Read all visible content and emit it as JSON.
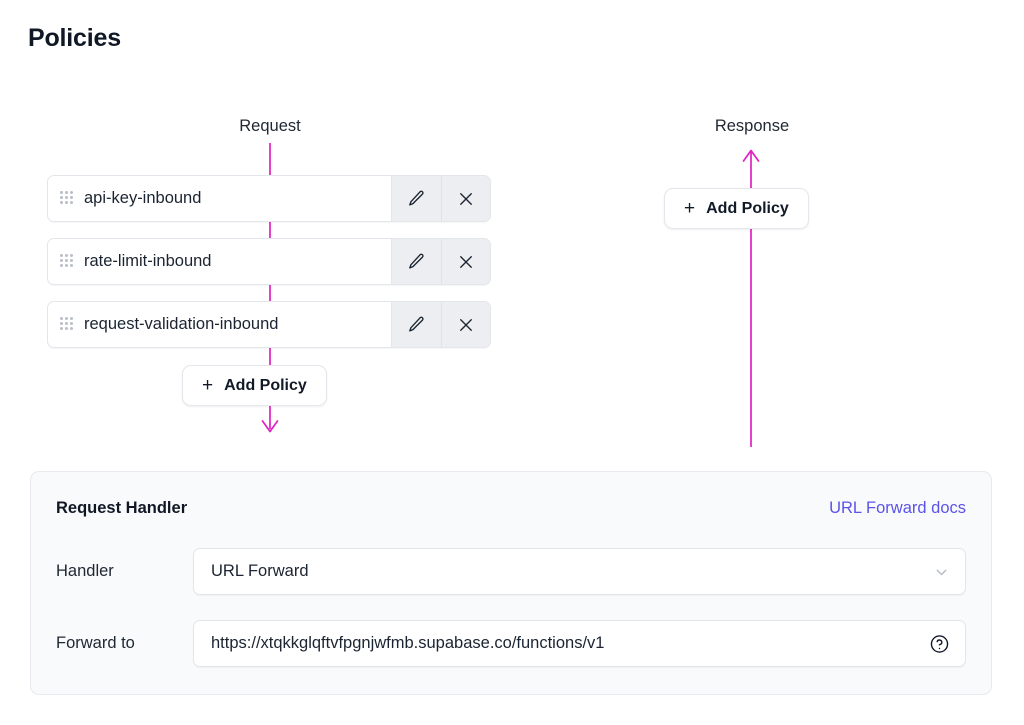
{
  "page": {
    "title": "Policies"
  },
  "flow": {
    "request_label": "Request",
    "response_label": "Response",
    "line_color": "#e020c0",
    "request_policies": [
      {
        "name": "api-key-inbound",
        "drag_icon": "drag-handle-icon",
        "edit_icon": "pencil-icon",
        "remove_icon": "close-icon"
      },
      {
        "name": "rate-limit-inbound",
        "drag_icon": "drag-handle-icon",
        "edit_icon": "pencil-icon",
        "remove_icon": "close-icon"
      },
      {
        "name": "request-validation-inbound",
        "drag_icon": "drag-handle-icon",
        "edit_icon": "pencil-icon",
        "remove_icon": "close-icon"
      }
    ],
    "response_policies": [],
    "add_policy_request": {
      "label": "Add Policy",
      "plus": "+"
    },
    "add_policy_response": {
      "label": "Add Policy",
      "plus": "+"
    }
  },
  "handler_panel": {
    "title": "Request Handler",
    "docs_link": "URL Forward docs",
    "docs_link_color": "#5c53e8",
    "handler_field": {
      "label": "Handler",
      "value": "URL Forward",
      "chevron_icon": "chevron-down-icon"
    },
    "forward_field": {
      "label": "Forward to",
      "value": "https://xtqkkglqftvfpgnjwfmb.supabase.co/functions/v1",
      "placeholder": "https://",
      "help_icon": "help-circle-icon"
    }
  }
}
